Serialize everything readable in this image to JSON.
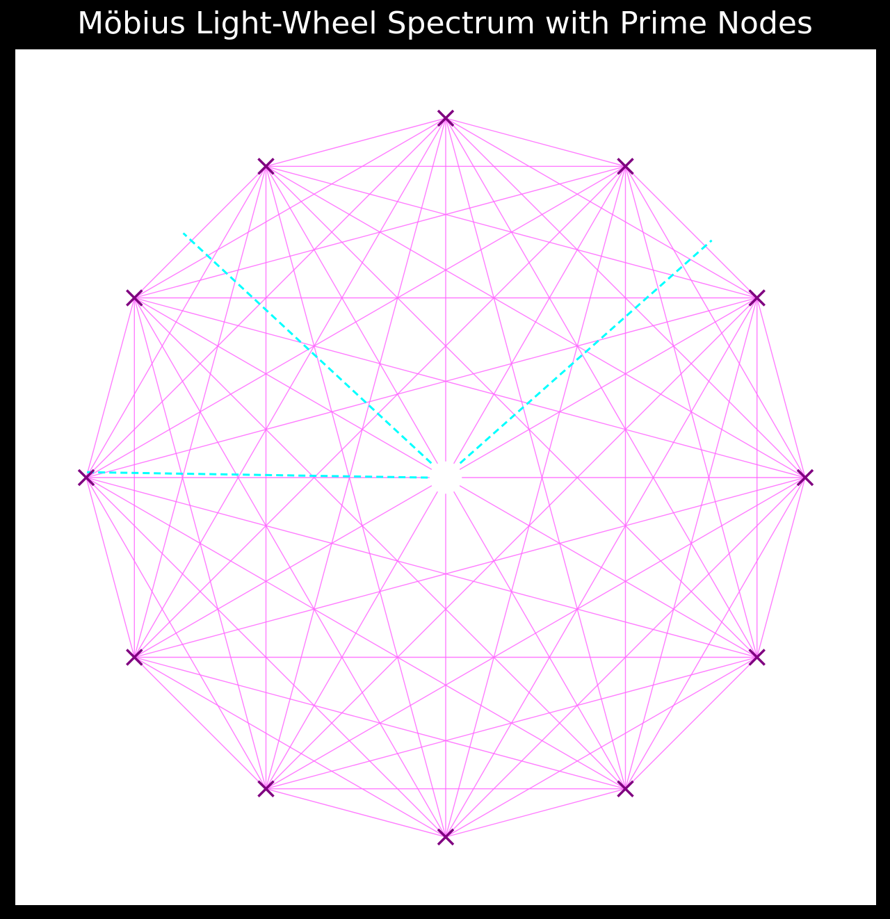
{
  "chart_data": {
    "type": "scatter",
    "title": "Möbius Light-Wheel Spectrum with Prime Nodes",
    "xlabel": "",
    "ylabel": "",
    "xlim": [
      -1.1,
      1.1
    ],
    "ylim": [
      -1.1,
      1.1
    ],
    "grid": false,
    "axes_visible": false,
    "node_count": 12,
    "nodes": [
      {
        "x": 1.0,
        "y": 0.0
      },
      {
        "x": 0.866,
        "y": 0.5
      },
      {
        "x": 0.5,
        "y": 0.866
      },
      {
        "x": 0.0,
        "y": 1.0
      },
      {
        "x": -0.5,
        "y": 0.866
      },
      {
        "x": -0.866,
        "y": 0.5
      },
      {
        "x": -1.0,
        "y": 0.0
      },
      {
        "x": -0.866,
        "y": -0.5
      },
      {
        "x": -0.5,
        "y": -0.866
      },
      {
        "x": 0.0,
        "y": -1.0
      },
      {
        "x": 0.5,
        "y": -0.866
      },
      {
        "x": 0.866,
        "y": -0.5
      }
    ],
    "chords": "all node pairs connected",
    "spokes": [
      {
        "from": [
          0.04,
          0.04
        ],
        "to": [
          0.74,
          0.66
        ]
      },
      {
        "from": [
          -0.04,
          0.04
        ],
        "to": [
          -0.73,
          0.68
        ]
      },
      {
        "from": [
          -0.05,
          0.0
        ],
        "to": [
          -1.0,
          0.015
        ]
      }
    ],
    "center_gap_radius": 0.045,
    "colors": {
      "chord": "#ff66ff",
      "marker": "#800080",
      "spoke": "#00ffff",
      "background": "#000000",
      "plot_background": "#ffffff"
    }
  }
}
